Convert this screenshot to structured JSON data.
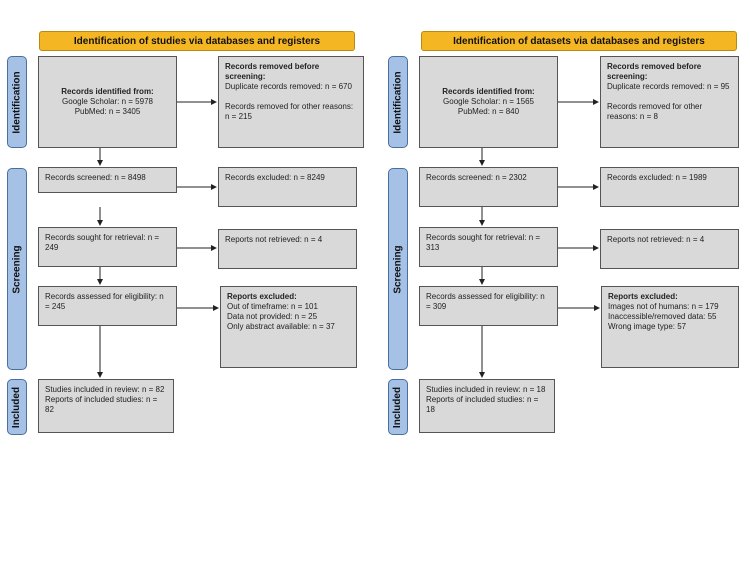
{
  "left": {
    "header": "Identification of studies via databases and registers",
    "phases": {
      "identification": "Identification",
      "screening": "Screening",
      "included": "Included"
    },
    "identified": {
      "title": "Records identified from:",
      "line1": "Google Scholar: n = 5978",
      "line2": "PubMed: n = 3405"
    },
    "removed": {
      "title": "Records removed before screening:",
      "line1": "Duplicate records removed: n = 670",
      "line2": "Records removed for other reasons: n = 215"
    },
    "screened": "Records screened: n = 8498",
    "excluded": "Records excluded: n = 8249",
    "sought": "Records sought for retrieval: n = 249",
    "not_retrieved": "Reports not retrieved: n = 4",
    "assessed": "Records assessed for eligibility: n = 245",
    "reports_excluded": {
      "title": "Reports excluded:",
      "line1": "Out of timeframe: n = 101",
      "line2": "Data not provided: n = 25",
      "line3": "Only abstract available: n = 37"
    },
    "included": {
      "line1": "Studies included in review: n = 82",
      "line2": "Reports of included studies: n = 82"
    }
  },
  "right": {
    "header": "Identification of datasets via databases and registers",
    "phases": {
      "identification": "Identification",
      "screening": "Screening",
      "included": "Included"
    },
    "identified": {
      "title": "Records identified from:",
      "line1": "Google Scholar: n = 1565",
      "line2": "PubMed: n = 840"
    },
    "removed": {
      "title": "Records removed before screening:",
      "line1": "Duplicate records removed: n = 95",
      "line2": "Records removed for other reasons: n = 8"
    },
    "screened": "Records screened: n = 2302",
    "excluded": "Records excluded: n = 1989",
    "sought": "Records sought for retrieval: n = 313",
    "not_retrieved": "Reports not retrieved: n = 4",
    "assessed": "Records assessed for eligibility: n = 309",
    "reports_excluded": {
      "title": "Reports excluded:",
      "line1": "Images not of humans: n = 179",
      "line2": "Inaccessible/removed data: 55",
      "line3": "Wrong image type: 57"
    },
    "included": {
      "line1": "Studies included in review: n = 18",
      "line2": "Reports of included studies: n = 18"
    }
  },
  "colors": {
    "header": "#f5b623",
    "phase": "#a5c2e6",
    "box": "#d9d9d9"
  }
}
